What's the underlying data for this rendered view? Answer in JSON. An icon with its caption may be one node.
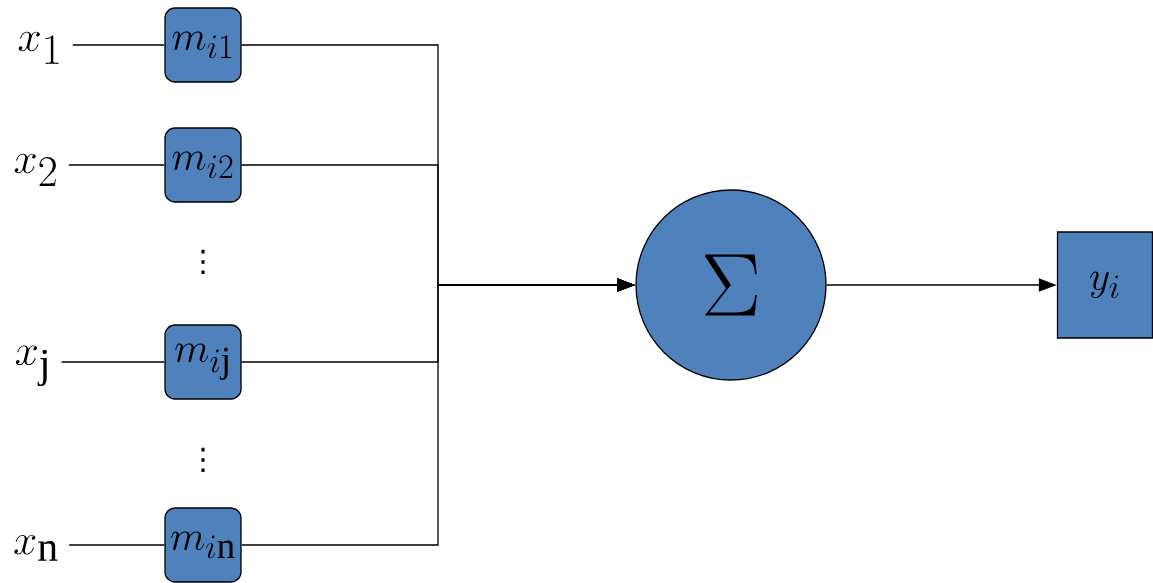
{
  "diagram": {
    "nodes": [
      {
        "text": [
          "x_{1}"
        ]
      },
      {
        "text": [
          "m_{i1}"
        ]
      },
      {
        "text": [
          "x_{2}"
        ]
      },
      {
        "text": [
          "m_{i2}"
        ]
      },
      {
        "text": [
          "x_{\\mathrm{j}}"
        ]
      },
      {
        "text": [
          "m_{i\\mathrm{j}}"
        ]
      },
      {
        "text": [
          "x_{\\mathrm{n}}"
        ]
      },
      {
        "text": [
          "m_{i\\mathrm{n}}"
        ]
      },
      {
        "text": [
          "\\Sigma"
        ]
      },
      {
        "text": [
          "y_{i}"
        ]
      }
    ],
    "edges": [
      {
        "from": 0,
        "to": 1,
        "arrow": "none"
      },
      {
        "from": 2,
        "to": 3,
        "arrow": "none"
      },
      {
        "from": 4,
        "to": 5,
        "arrow": "none"
      },
      {
        "from": 6,
        "to": 7,
        "arrow": "none"
      },
      {
        "from": 1,
        "to": 8,
        "arrow": "to"
      },
      {
        "from": 3,
        "to": 8,
        "arrow": "to"
      },
      {
        "from": 5,
        "to": 8,
        "arrow": "to"
      },
      {
        "from": 7,
        "to": 8,
        "arrow": "to"
      },
      {
        "from": 8,
        "to": 9,
        "arrow": "to"
      }
    ],
    "labels": [
      "⋮",
      "⋮"
    ]
  }
}
